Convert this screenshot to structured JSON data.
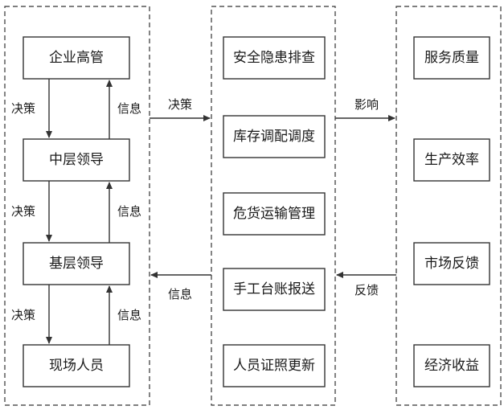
{
  "groups": {
    "management": {
      "nodes": [
        "企业高管",
        "中层领导",
        "基层领导",
        "现场人员"
      ],
      "edge_labels": {
        "down": [
          "决策",
          "决策",
          "决策"
        ],
        "up": [
          "信息",
          "信息",
          "信息"
        ]
      }
    },
    "business": {
      "nodes": [
        "安全隐患排查",
        "库存调配调度",
        "危货运输管理",
        "手工台账报送",
        "人员证照更新"
      ]
    },
    "outcomes": {
      "nodes": [
        "服务质量",
        "生产效率",
        "市场反馈",
        "经济收益"
      ]
    }
  },
  "cross_labels": {
    "management_to_business": "决策",
    "business_to_outcomes": "影响",
    "business_to_management": "信息",
    "outcomes_to_business": "反馈"
  }
}
